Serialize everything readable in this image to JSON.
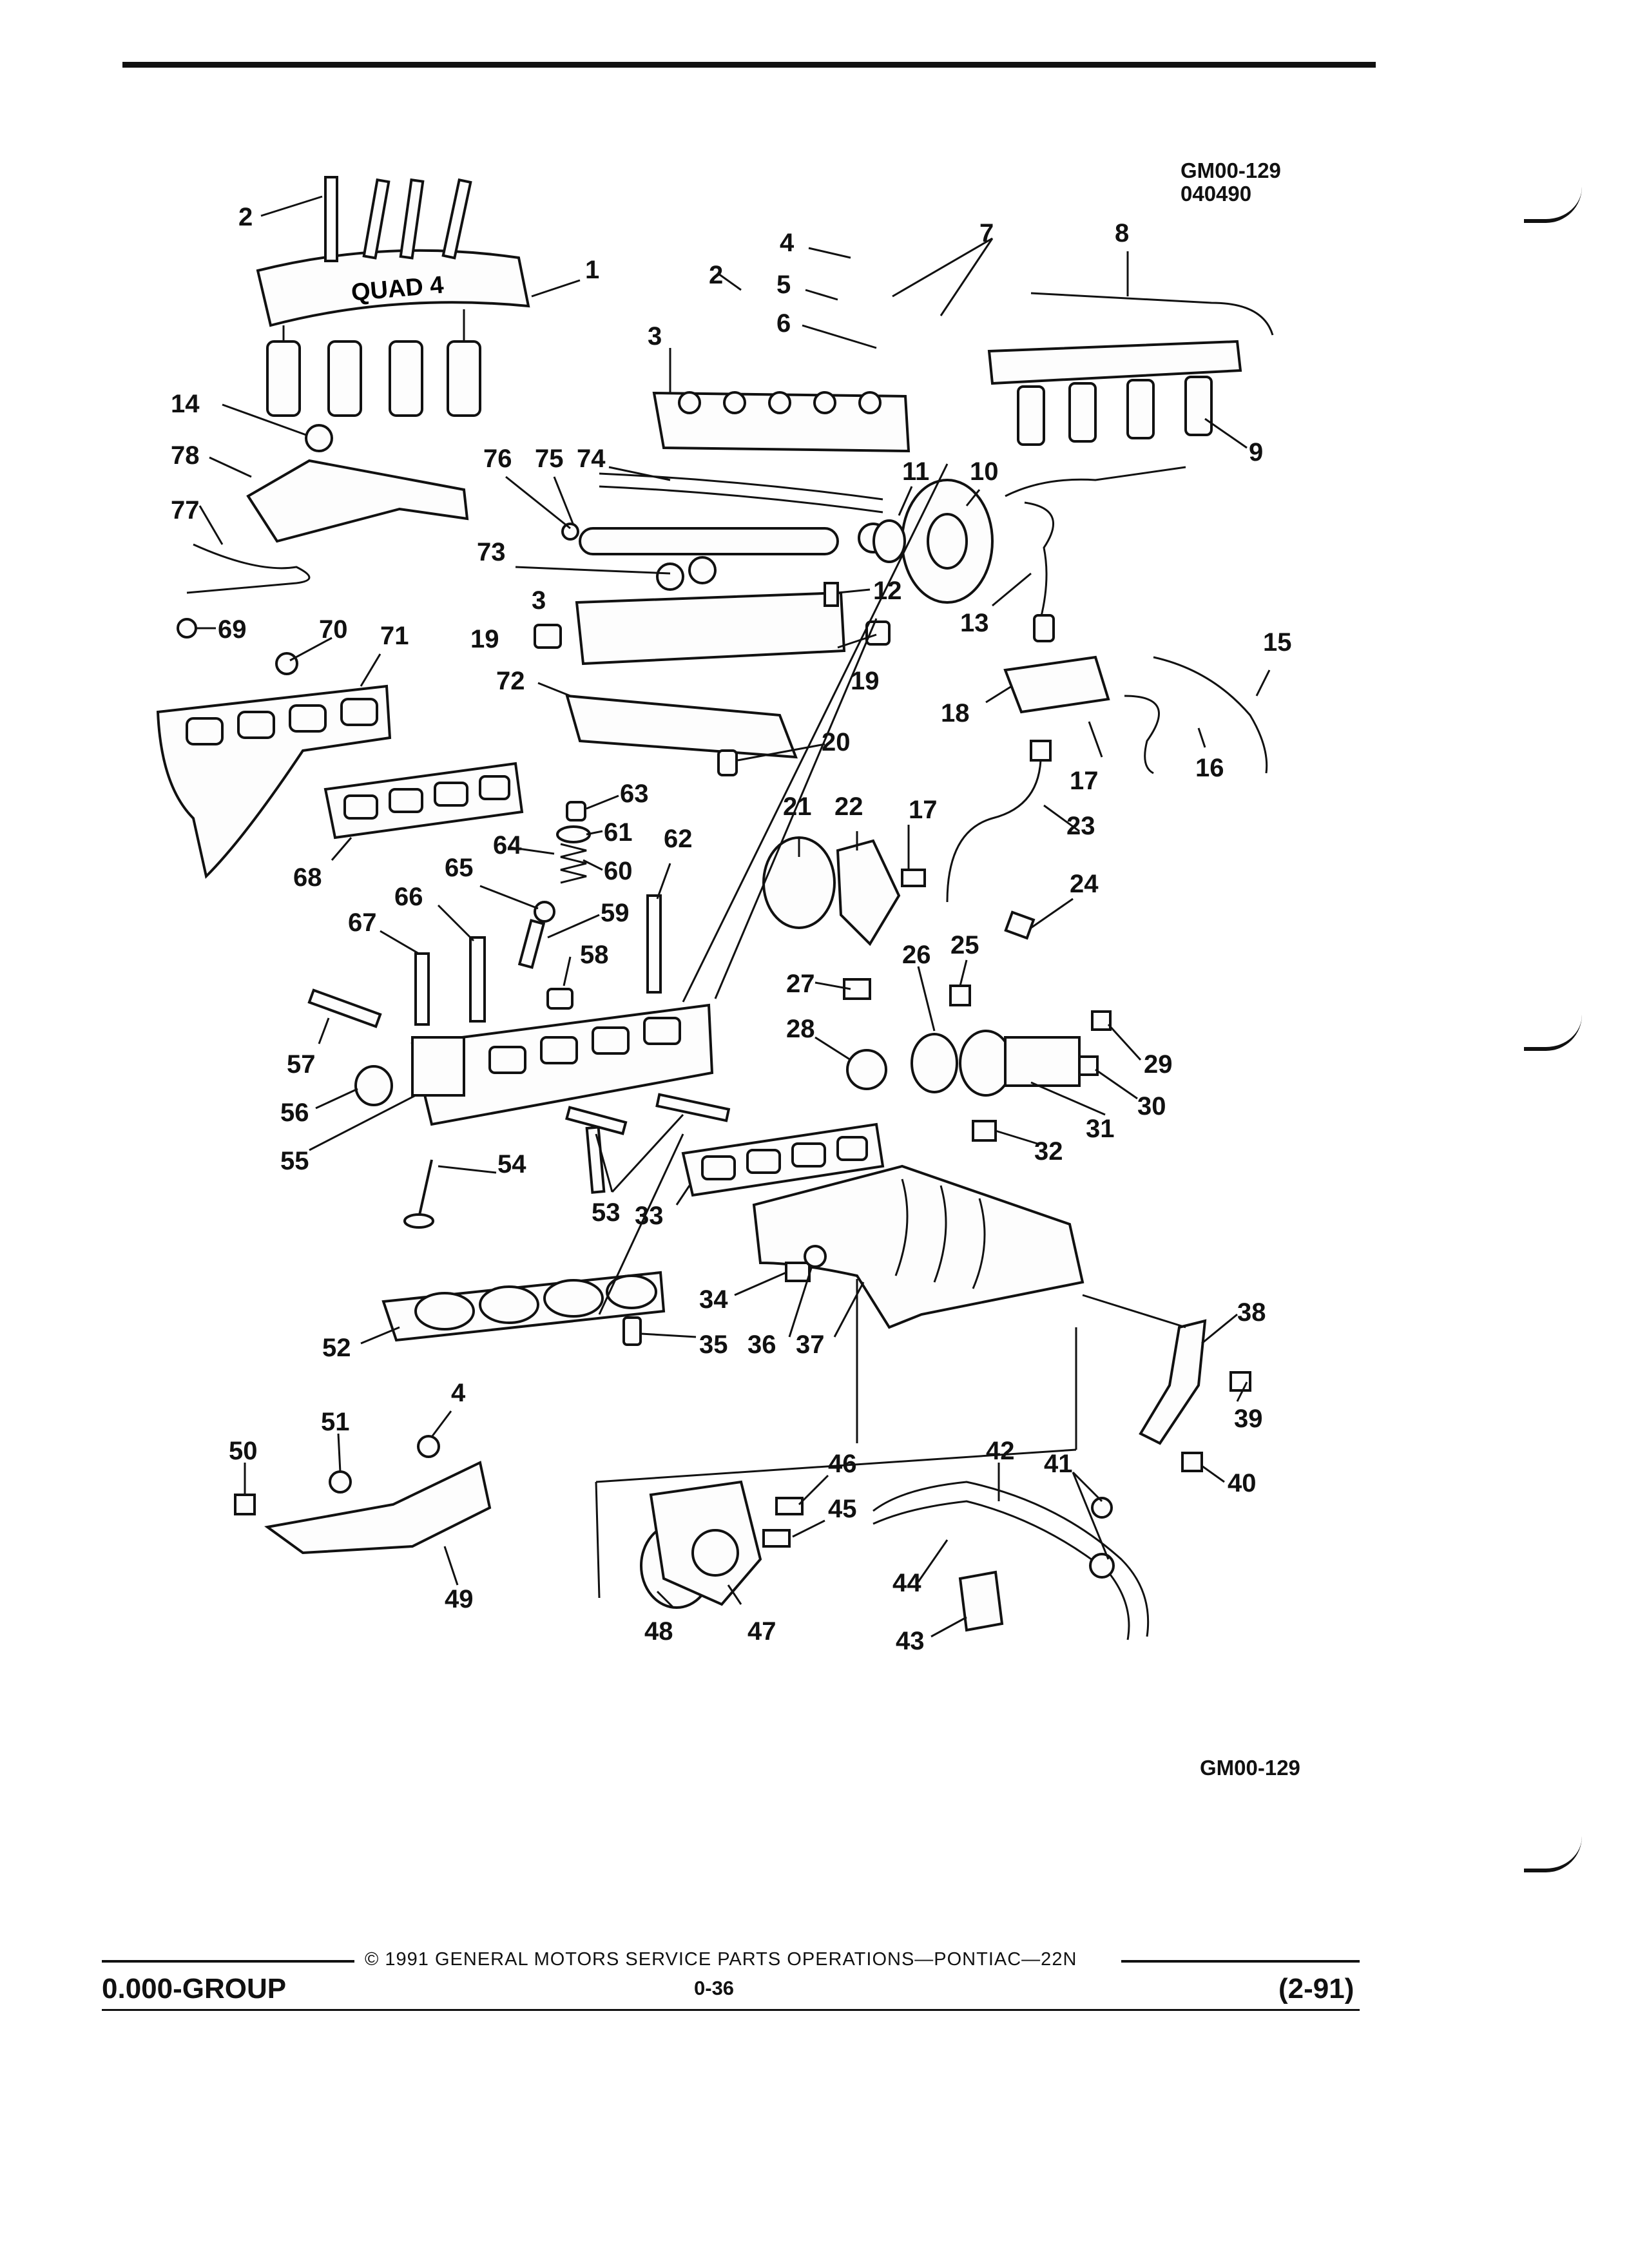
{
  "header": {
    "figure_id": "GM00-129",
    "figure_code": "040490"
  },
  "figure": {
    "cover_lettering": "QUAD 4",
    "callouts": [
      "1",
      "2",
      "2",
      "3",
      "3",
      "4",
      "4",
      "5",
      "6",
      "7",
      "8",
      "9",
      "10",
      "11",
      "12",
      "13",
      "14",
      "15",
      "16",
      "17",
      "17",
      "18",
      "19",
      "19",
      "20",
      "21",
      "22",
      "23",
      "24",
      "25",
      "26",
      "27",
      "28",
      "29",
      "30",
      "31",
      "32",
      "33",
      "34",
      "35",
      "36",
      "37",
      "38",
      "39",
      "40",
      "41",
      "42",
      "43",
      "44",
      "45",
      "46",
      "47",
      "48",
      "49",
      "50",
      "51",
      "52",
      "53",
      "54",
      "55",
      "56",
      "57",
      "58",
      "59",
      "60",
      "61",
      "62",
      "63",
      "64",
      "65",
      "66",
      "67",
      "68",
      "69",
      "70",
      "71",
      "72",
      "73",
      "74",
      "75",
      "76",
      "77",
      "78"
    ]
  },
  "bottom_label": "GM00-129",
  "footer": {
    "group": "0.000-GROUP",
    "copyright": "© 1991 GENERAL MOTORS SERVICE PARTS OPERATIONS—PONTIAC—22N",
    "page": "0-36",
    "date": "(2-91)"
  }
}
